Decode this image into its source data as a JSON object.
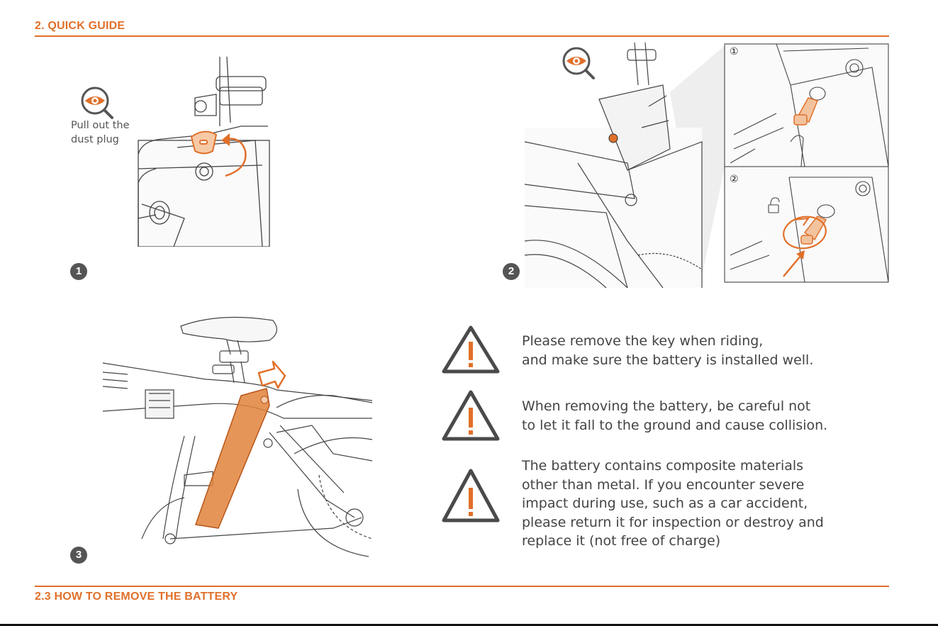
{
  "section_title": "2. QUICK GUIDE",
  "subsection_title": "2.3 HOW TO REMOVE THE BATTERY",
  "colors": {
    "accent": "#e0702a",
    "text": "#444444",
    "badge": "#555555"
  },
  "steps": [
    {
      "number": "1",
      "caption_line1": "Pull out the",
      "caption_line2": "dust plug",
      "icon": "eye-magnifier-icon"
    },
    {
      "number": "2",
      "icon": "eye-magnifier-icon",
      "sub_labels": [
        "①",
        "②"
      ]
    },
    {
      "number": "3"
    }
  ],
  "warnings": [
    {
      "icon": "warning-icon",
      "text": "Please remove the key when riding,\nand make sure the battery is installed well."
    },
    {
      "icon": "warning-icon",
      "text": "When removing the battery, be careful not\nto let it fall to the ground and cause collision."
    },
    {
      "icon": "warning-icon",
      "text": "The battery contains composite materials\nother than metal. If you encounter severe\nimpact during use, such as a car accident,\nplease return it for inspection or destroy and\nreplace it (not free of charge)"
    }
  ]
}
